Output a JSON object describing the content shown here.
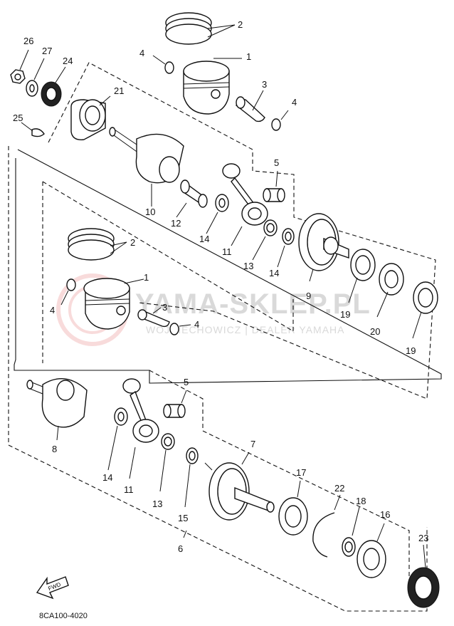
{
  "watermark": {
    "main": "YAMA-SKLEP.PL",
    "sub": "WOJCIECHOWICZ | DEALER YAMAHA"
  },
  "diagram_code": "8CA100-4020",
  "fwd_label": "FWD",
  "callouts": {
    "c1a": "1",
    "c2a": "2",
    "c3a": "3",
    "c4a": "4",
    "c4b": "4",
    "c26": "26",
    "c27": "27",
    "c24": "24",
    "c21": "21",
    "c25": "25",
    "c5a": "5",
    "c10": "10",
    "c12": "12",
    "c14a": "14",
    "c11a": "11",
    "c13a": "13",
    "c14b": "14",
    "c9": "9",
    "c19a": "19",
    "c20": "20",
    "c19b": "19",
    "c2b": "2",
    "c1b": "1",
    "c4c": "4",
    "c3b": "3",
    "c4d": "4",
    "c5b": "5",
    "c8": "8",
    "c14c": "14",
    "c11b": "11",
    "c13b": "13",
    "c15": "15",
    "c7": "7",
    "c17": "17",
    "c22": "22",
    "c18": "18",
    "c16": "16",
    "c23": "23",
    "c6": "6"
  }
}
